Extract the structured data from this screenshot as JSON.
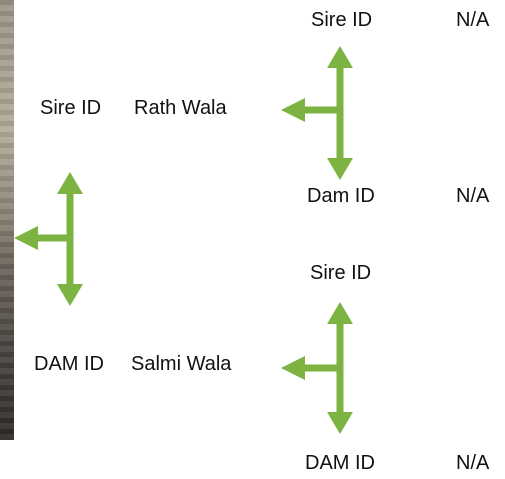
{
  "colors": {
    "arrow": "#7cb342",
    "text": "#111111"
  },
  "icons": {
    "left_root": "branch-arrows-icon",
    "top_sire": "branch-arrows-icon",
    "bottom_dam": "branch-arrows-icon"
  },
  "pedigree": {
    "sire_branch": {
      "label": "Sire ID",
      "name": "Rath Wala",
      "sire": {
        "label": "Sire ID",
        "value": "N/A"
      },
      "dam": {
        "label": "Dam ID",
        "value": "N/A"
      }
    },
    "dam_branch": {
      "label": "DAM ID",
      "name": "Salmi Wala",
      "sire": {
        "label": "Sire ID"
      },
      "dam": {
        "label": "DAM ID",
        "value": "N/A"
      }
    }
  }
}
